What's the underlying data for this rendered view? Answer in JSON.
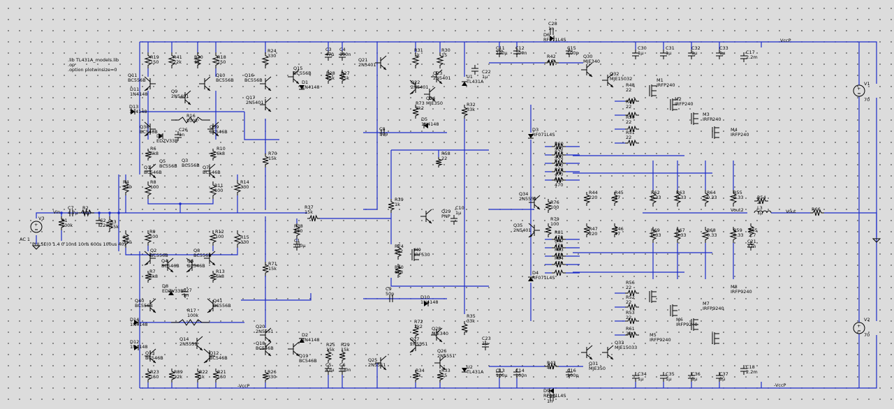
{
  "directives": [
    ".lib TL431A_models.lib",
    ".op",
    ".option plotwinsize=0"
  ],
  "nets": {
    "vccp": "VccP",
    "vccn": "-VccP",
    "vin": "Vin",
    "vout": "Vout",
    "vout2": "Vout2"
  },
  "sources": [
    {
      "name": "V3",
      "value": "AC 1",
      "extra": "PULSE(0 1.4 0 10ns 10ns 60us 100us 40)"
    },
    {
      "name": "V1",
      "value": "70"
    },
    {
      "name": "V2",
      "value": "70"
    }
  ],
  "components": [
    {
      "id": "C7",
      "value": "4.7µ"
    },
    {
      "id": "R1",
      "value": "100k"
    },
    {
      "id": "R2",
      "value": "470"
    },
    {
      "id": "C2",
      "value": "220p"
    },
    {
      "id": "R3",
      "value": "15k"
    },
    {
      "id": "R19",
      "value": "150"
    },
    {
      "id": "R41",
      "value": "22k"
    },
    {
      "id": "R20",
      "value": "1K"
    },
    {
      "id": "R18",
      "value": "150"
    },
    {
      "id": "Q11",
      "value": "BC556B"
    },
    {
      "id": "Q10",
      "value": "BC556B"
    },
    {
      "id": "D11",
      "value": "1N4148"
    },
    {
      "id": "Q9",
      "value": "2N5401"
    },
    {
      "id": "D13",
      "value": "1N4148"
    },
    {
      "id": "R16",
      "value": "100k"
    },
    {
      "id": "Q38",
      "value": "BC546B"
    },
    {
      "id": "Q39",
      "value": "BC546B"
    },
    {
      "id": "D7",
      "value": "EDZV33B"
    },
    {
      "id": "C26",
      "value": "1n"
    },
    {
      "id": "R6",
      "value": "6k8"
    },
    {
      "id": "Q5",
      "value": "BC556B"
    },
    {
      "id": "Q3",
      "value": "BC556B"
    },
    {
      "id": "R10",
      "value": "6k8"
    },
    {
      "id": "Q1",
      "value": "BC546B"
    },
    {
      "id": "Q7",
      "value": "BC546B"
    },
    {
      "id": "R8",
      "value": "100"
    },
    {
      "id": "R11",
      "value": "100"
    },
    {
      "id": "R4",
      "value": "330"
    },
    {
      "id": "R14",
      "value": "330"
    },
    {
      "id": "R5",
      "value": "330"
    },
    {
      "id": "R15",
      "value": "330"
    },
    {
      "id": "R9",
      "value": "100"
    },
    {
      "id": "R12",
      "value": "100"
    },
    {
      "id": "Q2",
      "value": "BC556B"
    },
    {
      "id": "Q8",
      "value": "BC556B"
    },
    {
      "id": "Q4",
      "value": "BC546B"
    },
    {
      "id": "Q6",
      "value": "BC546B"
    },
    {
      "id": "R7",
      "value": "6k8"
    },
    {
      "id": "R13",
      "value": "6k8"
    },
    {
      "id": "D8",
      "value": "EDZV33B"
    },
    {
      "id": "C27",
      "value": "1n"
    },
    {
      "id": "Q40",
      "value": "BC556B"
    },
    {
      "id": "Q41",
      "value": "BC556B"
    },
    {
      "id": "R17",
      "value": "100k"
    },
    {
      "id": "D14",
      "value": "1N4148"
    },
    {
      "id": "Q14",
      "value": "2N5551"
    },
    {
      "id": "D12",
      "value": "1N4148"
    },
    {
      "id": "Q13",
      "value": "BC546B"
    },
    {
      "id": "Q12",
      "value": "BC546B"
    },
    {
      "id": "R23",
      "value": "150"
    },
    {
      "id": "R89",
      "value": "22k"
    },
    {
      "id": "R22",
      "value": "1k"
    },
    {
      "id": "R21",
      "value": "150"
    },
    {
      "id": "R24",
      "value": "330"
    },
    {
      "id": "Q16",
      "value": "BC556B"
    },
    {
      "id": "Q15",
      "value": "BC556B"
    },
    {
      "id": "C3",
      "value": "47µ"
    },
    {
      "id": "C4",
      "value": "100n"
    },
    {
      "id": "R28",
      "value": "15k"
    },
    {
      "id": "R27",
      "value": "15k"
    },
    {
      "id": "D1",
      "value": "1N4148"
    },
    {
      "id": "Q17",
      "value": "2N5401"
    },
    {
      "id": "R70",
      "value": "15k"
    },
    {
      "id": "R37",
      "value": "15k"
    },
    {
      "id": "R38",
      "value": "470"
    },
    {
      "id": "C1",
      "value": "100µ"
    },
    {
      "id": "R71",
      "value": "15k"
    },
    {
      "id": "Q20",
      "value": "2N5551"
    },
    {
      "id": "Q18",
      "value": "BC546B"
    },
    {
      "id": "D2",
      "value": "1N4148"
    },
    {
      "id": "Q19",
      "value": "BC546B"
    },
    {
      "id": "R26",
      "value": "330"
    },
    {
      "id": "R25",
      "value": "15k"
    },
    {
      "id": "R29",
      "value": "15k"
    },
    {
      "id": "C5",
      "value": "47µ"
    },
    {
      "id": "C6",
      "value": "100n"
    },
    {
      "id": "Q21",
      "value": "2N5401"
    },
    {
      "id": "R31",
      "value": "1k"
    },
    {
      "id": "R30",
      "value": "15"
    },
    {
      "id": "Q22",
      "value": "2N5401"
    },
    {
      "id": "Q23",
      "value": "2N5401"
    },
    {
      "id": "R73",
      "value": "2k2"
    },
    {
      "id": "Q24",
      "value": "MJE350"
    },
    {
      "id": "U1",
      "value": "TL431A"
    },
    {
      "id": "C22",
      "value": "1µ"
    },
    {
      "id": "R32",
      "value": "33k"
    },
    {
      "id": "D5",
      "value": "1N4148"
    },
    {
      "id": "C8",
      "value": "50p"
    },
    {
      "id": "R58",
      "value": "22"
    },
    {
      "id": "R39",
      "value": "1k"
    },
    {
      "id": "Q29",
      "value": "PNP"
    },
    {
      "id": "C10",
      "value": "1µ"
    },
    {
      "id": "R74",
      "value": "5k2"
    },
    {
      "id": "M9",
      "value": "IRF530"
    },
    {
      "id": "R40",
      "value": "6k8"
    },
    {
      "id": "C9",
      "value": "50p"
    },
    {
      "id": "D10",
      "value": "1N4148"
    },
    {
      "id": "Q10b",
      "value": "1N4148"
    },
    {
      "id": "R72",
      "value": "2k2"
    },
    {
      "id": "Q27",
      "value": "2N5551"
    },
    {
      "id": "Q28",
      "value": "MJE340"
    },
    {
      "id": "R35",
      "value": "33k"
    },
    {
      "id": "C23",
      "value": "1µ"
    },
    {
      "id": "Q25",
      "value": "2N5551"
    },
    {
      "id": "Q26",
      "value": "2N5551"
    },
    {
      "id": "R34",
      "value": "1k"
    },
    {
      "id": "R33",
      "value": "15"
    },
    {
      "id": "U2",
      "value": "TL431A"
    },
    {
      "id": "C11",
      "value": "100µ"
    },
    {
      "id": "C12",
      "value": "100n"
    },
    {
      "id": "C13",
      "value": "100µ"
    },
    {
      "id": "C14",
      "value": "100n"
    },
    {
      "id": "C28",
      "value": "1n"
    },
    {
      "id": "D6",
      "value": "RF071L4S"
    },
    {
      "id": "R42",
      "value": "4.7"
    },
    {
      "id": "C15",
      "value": "100p"
    },
    {
      "id": "Q30",
      "value": "MJE340"
    },
    {
      "id": "D3",
      "value": "RF071L4S"
    },
    {
      "id": "D4",
      "value": "RF071L4S"
    },
    {
      "id": "Q34",
      "value": "2N5551"
    },
    {
      "id": "R76",
      "value": "100"
    },
    {
      "id": "R79",
      "value": "100"
    },
    {
      "id": "Q35",
      "value": "2N5401"
    },
    {
      "id": "R60",
      "value": "470"
    },
    {
      "id": "R75",
      "value": "470"
    },
    {
      "id": "R77",
      "value": "470"
    },
    {
      "id": "R78",
      "value": "470"
    },
    {
      "id": "R80",
      "value": "470"
    },
    {
      "id": "R81",
      "value": "470"
    },
    {
      "id": "R82",
      "value": "470"
    },
    {
      "id": "R83",
      "value": "470"
    },
    {
      "id": "R84",
      "value": "470"
    },
    {
      "id": "R44",
      "value": "220"
    },
    {
      "id": "R47",
      "value": "220"
    },
    {
      "id": "R45",
      "value": "47"
    },
    {
      "id": "R46",
      "value": "47"
    },
    {
      "id": "Q32",
      "value": "MJE15032"
    },
    {
      "id": "R48",
      "value": "22"
    },
    {
      "id": "R49",
      "value": "22"
    },
    {
      "id": "R50",
      "value": "22"
    },
    {
      "id": "R51",
      "value": "22"
    },
    {
      "id": "M1",
      "value": "IRFP240"
    },
    {
      "id": "M2",
      "value": "IRFP240"
    },
    {
      "id": "M3",
      "value": "IRFP240"
    },
    {
      "id": "M4",
      "value": "IRFP240"
    },
    {
      "id": "C30",
      "value": "1µ"
    },
    {
      "id": "C31",
      "value": "1µ"
    },
    {
      "id": "C32",
      "value": "1µ"
    },
    {
      "id": "C33",
      "value": "1µ"
    },
    {
      "id": "C17",
      "value": "2.2m"
    },
    {
      "id": "C18",
      "value": "2.2m"
    },
    {
      "id": "R62",
      "value": "0.33"
    },
    {
      "id": "R63",
      "value": "0.33"
    },
    {
      "id": "R64",
      "value": "0.33"
    },
    {
      "id": "R55",
      "value": "0.33"
    },
    {
      "id": "R69",
      "value": "0.33"
    },
    {
      "id": "R67",
      "value": "0.33"
    },
    {
      "id": "R68",
      "value": "0.33"
    },
    {
      "id": "R59",
      "value": "0.33"
    },
    {
      "id": "R54",
      "value": "2.7"
    },
    {
      "id": "L3",
      "value": "1µ"
    },
    {
      "id": "R65",
      "value": "2.7"
    },
    {
      "id": "C21",
      "value": "47n"
    },
    {
      "id": "R66",
      "value": ""
    },
    {
      "id": "R56",
      "value": "22"
    },
    {
      "id": "R52",
      "value": "22"
    },
    {
      "id": "R53",
      "value": "22"
    },
    {
      "id": "R61",
      "value": "22"
    },
    {
      "id": "M5",
      "value": "IRFP9240"
    },
    {
      "id": "M6",
      "value": "IRFP9240"
    },
    {
      "id": "M7",
      "value": "IRFP9240"
    },
    {
      "id": "M8",
      "value": "IRFP9240"
    },
    {
      "id": "Q33",
      "value": "MJE15033"
    },
    {
      "id": "R43",
      "value": "4.7"
    },
    {
      "id": "C16",
      "value": "100p"
    },
    {
      "id": "Q31",
      "value": "MJE350"
    },
    {
      "id": "D9",
      "value": "RF071L4S"
    },
    {
      "id": "C29",
      "value": "1n"
    },
    {
      "id": "C34",
      "value": "1µ"
    },
    {
      "id": "C35",
      "value": "1µ"
    },
    {
      "id": "C36",
      "value": "1µ"
    },
    {
      "id": "C37",
      "value": "1µ"
    }
  ]
}
